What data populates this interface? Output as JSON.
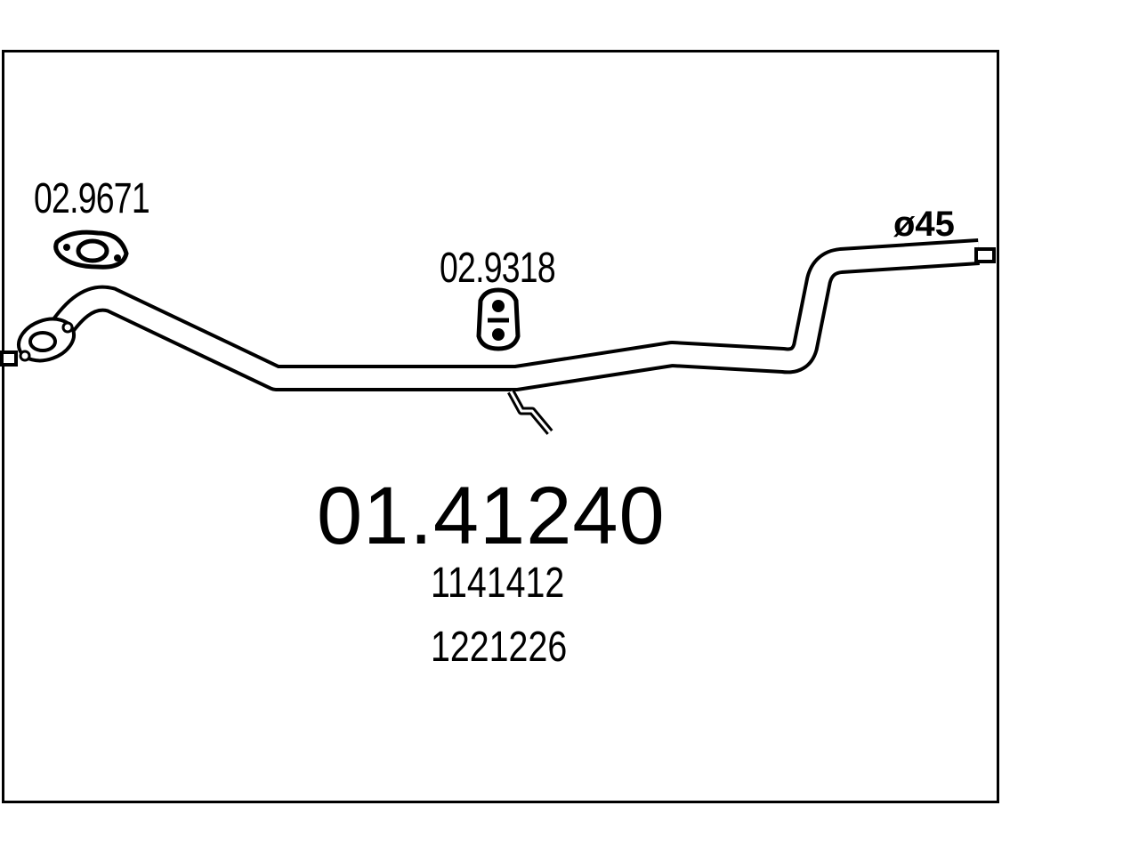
{
  "labels": {
    "gasket_part": "02.9671",
    "hanger_part": "02.9318",
    "diameter": "ø45",
    "main_part_number": "01.41240",
    "reference_1": "1141412",
    "reference_2": "1221226"
  },
  "icons": {
    "gasket": "flange-gasket-icon",
    "hanger": "rubber-hanger-icon"
  },
  "colors": {
    "line": "#000000",
    "background": "#ffffff"
  }
}
